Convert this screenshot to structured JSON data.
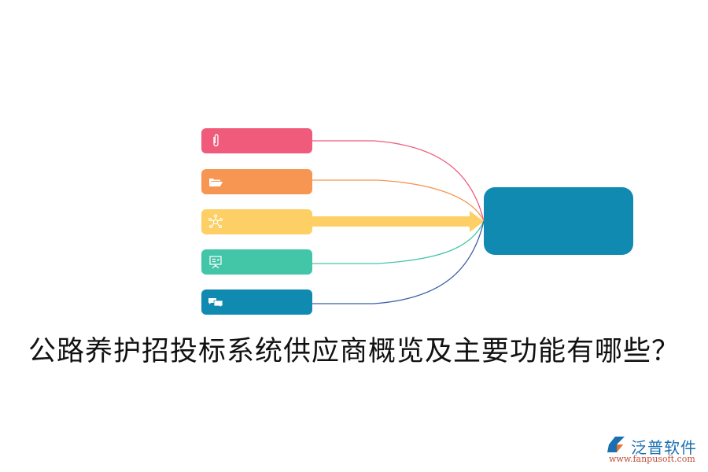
{
  "title": "公路养护招投标系统供应商概览及主要功能有哪些？",
  "nodes": [
    {
      "icon": "paperclip-icon",
      "color": "#f05a7b",
      "line": "#ef5a7d",
      "label": ""
    },
    {
      "icon": "folder-icon",
      "color": "#f79553",
      "line": "#f79553",
      "label": ""
    },
    {
      "icon": "network-icon",
      "color": "#fdcf64",
      "line": "#fdcf64",
      "label": ""
    },
    {
      "icon": "presentation-icon",
      "color": "#43c5a8",
      "line": "#43c5a8",
      "label": ""
    },
    {
      "icon": "chat-icon",
      "color": "#118ab2",
      "line": "#3b5ea8",
      "label": ""
    }
  ],
  "center": {
    "color": "#118ab2",
    "label": ""
  },
  "logo": {
    "name": "泛普软件",
    "url": "www.fanpusoft.com"
  }
}
